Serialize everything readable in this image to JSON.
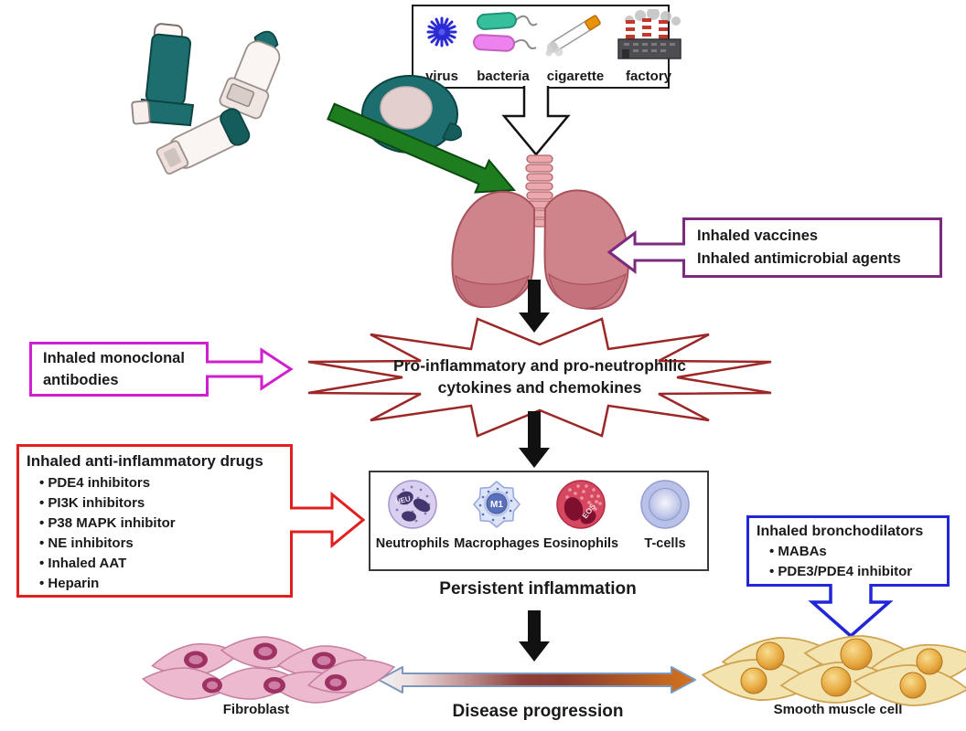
{
  "irritants_box": {
    "items": [
      {
        "label": "virus",
        "icon": "virus-icon"
      },
      {
        "label": "bacteria",
        "icon": "bacteria-icon"
      },
      {
        "label": "cigarette",
        "icon": "cigarette-icon"
      },
      {
        "label": "factory",
        "icon": "factory-icon"
      }
    ]
  },
  "vaccines_box": {
    "line1": "Inhaled vaccines",
    "line2": "Inhaled antimicrobial agents",
    "border_color": "#7b2a7e"
  },
  "monoclonal_box": {
    "line1": "Inhaled monoclonal",
    "line2": "antibodies",
    "border_color": "#cf1fcf"
  },
  "starburst": {
    "line1": "Pro-inflammatory and pro-neutrophilic",
    "line2": "cytokines and chemokines",
    "outline_color": "#9c2727"
  },
  "anti_inflammatory_box": {
    "title": "Inhaled anti-inflammatory drugs",
    "items": [
      "PDE4 inhibitors",
      "PI3K inhibitors",
      "P38 MAPK inhibitor",
      "NE inhibitors",
      "Inhaled AAT",
      "Heparin"
    ],
    "border_color": "#e11f1f"
  },
  "cells_box": {
    "cells": [
      {
        "label": "Neutrophils",
        "tag": "NEU"
      },
      {
        "label": "Macrophages",
        "tag": "M1"
      },
      {
        "label": "Eosinophils",
        "tag": "EOS"
      },
      {
        "label": "T-cells",
        "tag": ""
      }
    ]
  },
  "bronchodilators_box": {
    "title": "Inhaled bronchodilators",
    "items": [
      "MABAs",
      "PDE3/PDE4 inhibitor"
    ],
    "border_color": "#2126d6"
  },
  "captions": {
    "persistent_inflammation": "Persistent inflammation",
    "disease_progression": "Disease progression",
    "fibroblast": "Fibroblast",
    "smooth_muscle": "Smooth muscle cell"
  },
  "colors": {
    "green_arrow": "#1e7d1e",
    "black_arrow": "#111111",
    "lungs": "#cf838b",
    "inhaler_teal": "#1d6f6f",
    "gradient_arrow_stops": [
      "#eef0f4",
      "#8f4038",
      "#d4731c"
    ]
  }
}
